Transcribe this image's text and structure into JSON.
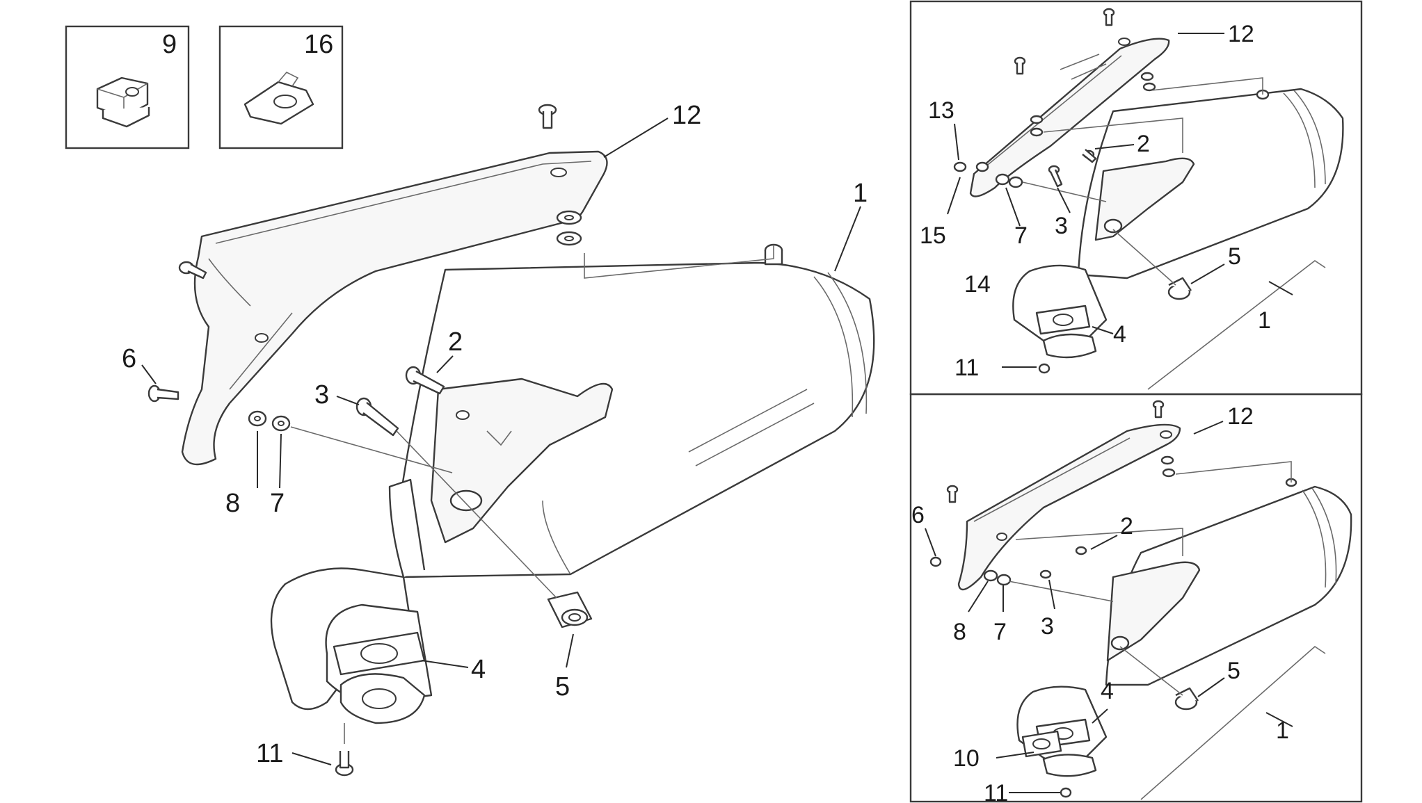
{
  "diagram": {
    "inset_labels": [
      "9",
      "16"
    ],
    "main_labels": [
      "1",
      "2",
      "3",
      "4",
      "5",
      "6",
      "7",
      "8",
      "11",
      "12"
    ],
    "variant_a_labels": [
      "12",
      "13",
      "2",
      "15",
      "7",
      "3",
      "14",
      "5",
      "4",
      "1",
      "11"
    ],
    "variant_b_labels": [
      "12",
      "6",
      "2",
      "8",
      "7",
      "3",
      "5",
      "4",
      "10",
      "1",
      "11"
    ]
  }
}
